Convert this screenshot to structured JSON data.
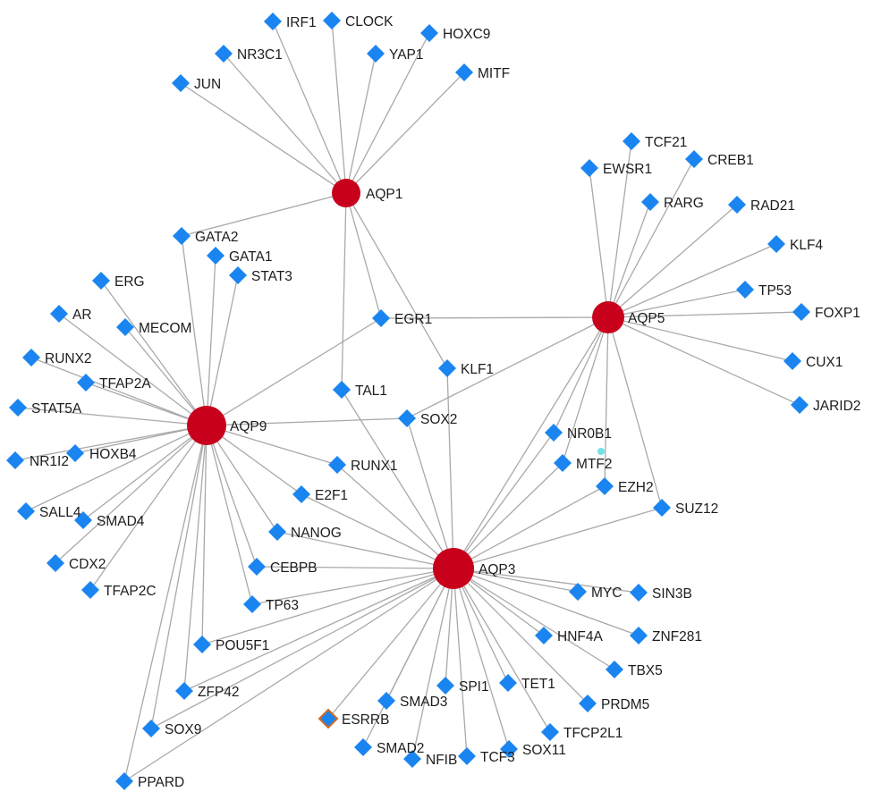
{
  "colors": {
    "hub": "#c8001c",
    "tf": "#1a85f0",
    "edge": "#a9a9a9",
    "highlight_outline": "#d2691e",
    "small_node": "#6fe3e3"
  },
  "hubs": [
    {
      "id": "AQP1",
      "label": "AQP1"
    },
    {
      "id": "AQP5",
      "label": "AQP5"
    },
    {
      "id": "AQP9",
      "label": "AQP9"
    },
    {
      "id": "AQP3",
      "label": "AQP3"
    }
  ],
  "tfs": [
    {
      "id": "IRF1",
      "label": "IRF1"
    },
    {
      "id": "CLOCK",
      "label": "CLOCK"
    },
    {
      "id": "HOXC9",
      "label": "HOXC9"
    },
    {
      "id": "NR3C1",
      "label": "NR3C1"
    },
    {
      "id": "YAP1",
      "label": "YAP1"
    },
    {
      "id": "MITF",
      "label": "MITF"
    },
    {
      "id": "JUN",
      "label": "JUN"
    },
    {
      "id": "GATA2",
      "label": "GATA2"
    },
    {
      "id": "GATA1",
      "label": "GATA1"
    },
    {
      "id": "STAT3",
      "label": "STAT3"
    },
    {
      "id": "EGR1",
      "label": "EGR1"
    },
    {
      "id": "KLF1",
      "label": "KLF1"
    },
    {
      "id": "TAL1",
      "label": "TAL1"
    },
    {
      "id": "TCF21",
      "label": "TCF21"
    },
    {
      "id": "EWSR1",
      "label": "EWSR1"
    },
    {
      "id": "CREB1",
      "label": "CREB1"
    },
    {
      "id": "RARG",
      "label": "RARG"
    },
    {
      "id": "RAD21",
      "label": "RAD21"
    },
    {
      "id": "KLF4",
      "label": "KLF4"
    },
    {
      "id": "TP53",
      "label": "TP53"
    },
    {
      "id": "FOXP1",
      "label": "FOXP1"
    },
    {
      "id": "CUX1",
      "label": "CUX1"
    },
    {
      "id": "JARID2",
      "label": "JARID2"
    },
    {
      "id": "ERG",
      "label": "ERG"
    },
    {
      "id": "AR",
      "label": "AR"
    },
    {
      "id": "MECOM",
      "label": "MECOM"
    },
    {
      "id": "RUNX2",
      "label": "RUNX2"
    },
    {
      "id": "TFAP2A",
      "label": "TFAP2A"
    },
    {
      "id": "STAT5A",
      "label": "STAT5A"
    },
    {
      "id": "NR1I2",
      "label": "NR1I2"
    },
    {
      "id": "HOXB4",
      "label": "HOXB4"
    },
    {
      "id": "SALL4",
      "label": "SALL4"
    },
    {
      "id": "SMAD4",
      "label": "SMAD4"
    },
    {
      "id": "CDX2",
      "label": "CDX2"
    },
    {
      "id": "TFAP2C",
      "label": "TFAP2C"
    },
    {
      "id": "SOX2",
      "label": "SOX2"
    },
    {
      "id": "RUNX1",
      "label": "RUNX1"
    },
    {
      "id": "E2F1",
      "label": "E2F1"
    },
    {
      "id": "NANOG",
      "label": "NANOG"
    },
    {
      "id": "CEBPB",
      "label": "CEBPB"
    },
    {
      "id": "TP63",
      "label": "TP63"
    },
    {
      "id": "POU5F1",
      "label": "POU5F1"
    },
    {
      "id": "ZFP42",
      "label": "ZFP42"
    },
    {
      "id": "SOX9",
      "label": "SOX9"
    },
    {
      "id": "PPARD",
      "label": "PPARD"
    },
    {
      "id": "NR0B1",
      "label": "NR0B1"
    },
    {
      "id": "MTF2",
      "label": "MTF2"
    },
    {
      "id": "EZH2",
      "label": "EZH2"
    },
    {
      "id": "SUZ12",
      "label": "SUZ12"
    },
    {
      "id": "MYC",
      "label": "MYC"
    },
    {
      "id": "SIN3B",
      "label": "SIN3B"
    },
    {
      "id": "HNF4A",
      "label": "HNF4A"
    },
    {
      "id": "ZNF281",
      "label": "ZNF281"
    },
    {
      "id": "TBX5",
      "label": "TBX5"
    },
    {
      "id": "PRDM5",
      "label": "PRDM5"
    },
    {
      "id": "SPI1",
      "label": "SPI1"
    },
    {
      "id": "TET1",
      "label": "TET1"
    },
    {
      "id": "SMAD3",
      "label": "SMAD3"
    },
    {
      "id": "ESRRB",
      "label": "ESRRB",
      "highlight": true
    },
    {
      "id": "SMAD2",
      "label": "SMAD2"
    },
    {
      "id": "NFIB",
      "label": "NFIB"
    },
    {
      "id": "TCF3",
      "label": "TCF3"
    },
    {
      "id": "SOX11",
      "label": "SOX11"
    },
    {
      "id": "TFCP2L1",
      "label": "TFCP2L1"
    }
  ],
  "edges": [
    [
      "AQP1",
      "JUN"
    ],
    [
      "AQP1",
      "NR3C1"
    ],
    [
      "AQP1",
      "IRF1"
    ],
    [
      "AQP1",
      "CLOCK"
    ],
    [
      "AQP1",
      "YAP1"
    ],
    [
      "AQP1",
      "HOXC9"
    ],
    [
      "AQP1",
      "MITF"
    ],
    [
      "AQP1",
      "GATA2"
    ],
    [
      "AQP1",
      "EGR1"
    ],
    [
      "AQP1",
      "KLF1"
    ],
    [
      "AQP1",
      "TAL1"
    ],
    [
      "AQP5",
      "TCF21"
    ],
    [
      "AQP5",
      "EWSR1"
    ],
    [
      "AQP5",
      "CREB1"
    ],
    [
      "AQP5",
      "RARG"
    ],
    [
      "AQP5",
      "RAD21"
    ],
    [
      "AQP5",
      "KLF4"
    ],
    [
      "AQP5",
      "TP53"
    ],
    [
      "AQP5",
      "FOXP1"
    ],
    [
      "AQP5",
      "CUX1"
    ],
    [
      "AQP5",
      "JARID2"
    ],
    [
      "AQP5",
      "EGR1"
    ],
    [
      "AQP5",
      "SOX2"
    ],
    [
      "AQP5",
      "NR0B1"
    ],
    [
      "AQP5",
      "MTF2"
    ],
    [
      "AQP5",
      "EZH2"
    ],
    [
      "AQP5",
      "SUZ12"
    ],
    [
      "AQP5",
      "AQP3"
    ],
    [
      "AQP9",
      "GATA2"
    ],
    [
      "AQP9",
      "GATA1"
    ],
    [
      "AQP9",
      "STAT3"
    ],
    [
      "AQP9",
      "EGR1"
    ],
    [
      "AQP9",
      "ERG"
    ],
    [
      "AQP9",
      "AR"
    ],
    [
      "AQP9",
      "MECOM"
    ],
    [
      "AQP9",
      "RUNX2"
    ],
    [
      "AQP9",
      "TFAP2A"
    ],
    [
      "AQP9",
      "STAT5A"
    ],
    [
      "AQP9",
      "NR1I2"
    ],
    [
      "AQP9",
      "HOXB4"
    ],
    [
      "AQP9",
      "SALL4"
    ],
    [
      "AQP9",
      "SMAD4"
    ],
    [
      "AQP9",
      "CDX2"
    ],
    [
      "AQP9",
      "TFAP2C"
    ],
    [
      "AQP9",
      "SOX2"
    ],
    [
      "AQP9",
      "RUNX1"
    ],
    [
      "AQP9",
      "E2F1"
    ],
    [
      "AQP9",
      "NANOG"
    ],
    [
      "AQP9",
      "CEBPB"
    ],
    [
      "AQP9",
      "TP63"
    ],
    [
      "AQP9",
      "POU5F1"
    ],
    [
      "AQP9",
      "ZFP42"
    ],
    [
      "AQP9",
      "SOX9"
    ],
    [
      "AQP9",
      "PPARD"
    ],
    [
      "AQP3",
      "TAL1"
    ],
    [
      "AQP3",
      "SOX2"
    ],
    [
      "AQP3",
      "KLF1"
    ],
    [
      "AQP3",
      "RUNX1"
    ],
    [
      "AQP3",
      "E2F1"
    ],
    [
      "AQP3",
      "NANOG"
    ],
    [
      "AQP3",
      "CEBPB"
    ],
    [
      "AQP3",
      "TP63"
    ],
    [
      "AQP3",
      "POU5F1"
    ],
    [
      "AQP3",
      "ZFP42"
    ],
    [
      "AQP3",
      "SOX9"
    ],
    [
      "AQP3",
      "PPARD"
    ],
    [
      "AQP3",
      "NR0B1"
    ],
    [
      "AQP3",
      "MTF2"
    ],
    [
      "AQP3",
      "EZH2"
    ],
    [
      "AQP3",
      "SUZ12"
    ],
    [
      "AQP3",
      "MYC"
    ],
    [
      "AQP3",
      "SIN3B"
    ],
    [
      "AQP3",
      "HNF4A"
    ],
    [
      "AQP3",
      "ZNF281"
    ],
    [
      "AQP3",
      "TBX5"
    ],
    [
      "AQP3",
      "PRDM5"
    ],
    [
      "AQP3",
      "SPI1"
    ],
    [
      "AQP3",
      "TET1"
    ],
    [
      "AQP3",
      "SMAD3"
    ],
    [
      "AQP3",
      "ESRRB"
    ],
    [
      "AQP3",
      "SMAD2"
    ],
    [
      "AQP3",
      "NFIB"
    ],
    [
      "AQP3",
      "TCF3"
    ],
    [
      "AQP3",
      "SOX11"
    ],
    [
      "AQP3",
      "TFCP2L1"
    ]
  ]
}
